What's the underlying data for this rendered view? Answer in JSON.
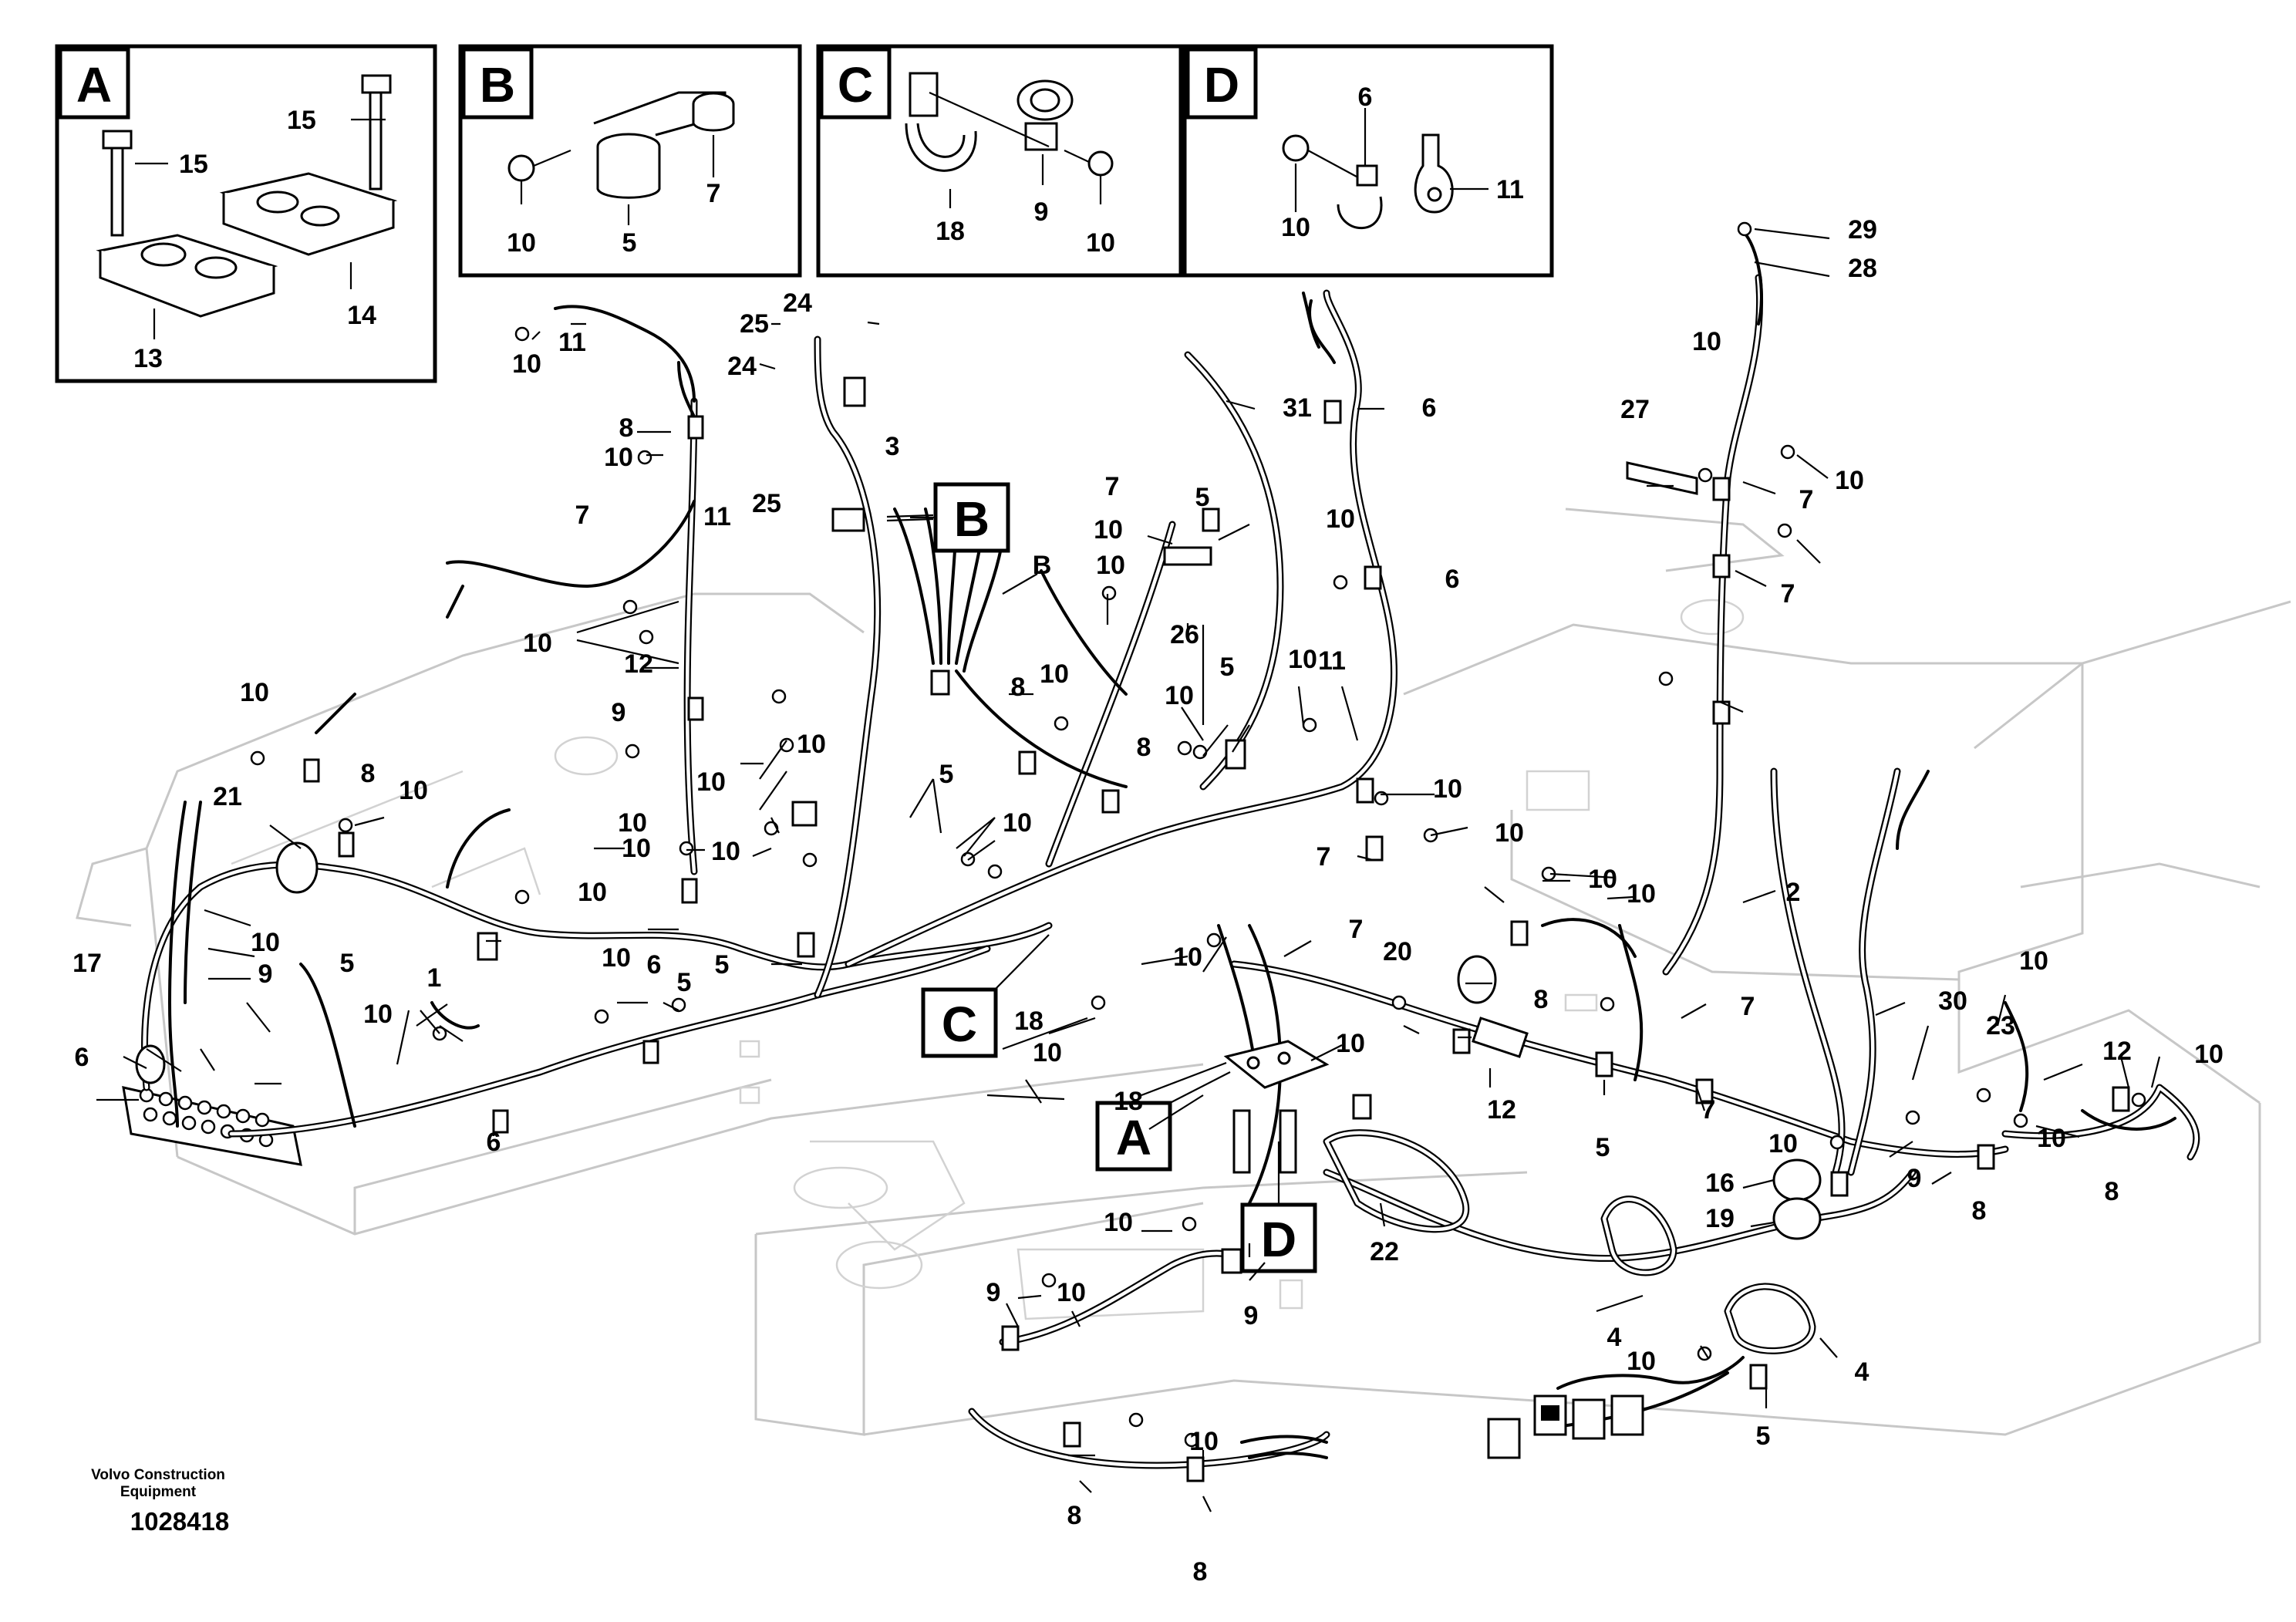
{
  "diagram": {
    "insets": [
      {
        "letter": "A",
        "callouts": [
          "15",
          "15",
          "13",
          "14"
        ]
      },
      {
        "letter": "B",
        "callouts": [
          "10",
          "5",
          "7"
        ]
      },
      {
        "letter": "C",
        "callouts": [
          "18",
          "9",
          "10"
        ]
      },
      {
        "letter": "D",
        "callouts": [
          "6",
          "10",
          "11"
        ]
      }
    ],
    "view_tags": [
      "B",
      "C",
      "A",
      "D"
    ],
    "callouts": [
      "10",
      "11",
      "25",
      "24",
      "24",
      "25",
      "3",
      "31",
      "6",
      "29",
      "28",
      "8",
      "10",
      "7",
      "5",
      "10",
      "B",
      "12",
      "10",
      "6",
      "27",
      "10",
      "7",
      "10",
      "7",
      "11",
      "10",
      "10",
      "26",
      "10",
      "7",
      "12",
      "9",
      "8",
      "10",
      "10",
      "5",
      "10",
      "11",
      "10",
      "8",
      "10",
      "8",
      "5",
      "10",
      "10",
      "10",
      "10",
      "10",
      "7",
      "21",
      "10",
      "10",
      "10",
      "5",
      "10",
      "10",
      "6",
      "10",
      "2",
      "10",
      "10",
      "5",
      "10",
      "17",
      "9",
      "5",
      "5",
      "10",
      "6",
      "7",
      "20",
      "8",
      "10",
      "1",
      "10",
      "6",
      "5",
      "C",
      "18",
      "10",
      "18",
      "A",
      "10",
      "12",
      "7",
      "30",
      "23",
      "10",
      "12",
      "10",
      "6",
      "6",
      "8",
      "7",
      "5",
      "10",
      "10",
      "8",
      "16",
      "19",
      "9",
      "8",
      "D",
      "22",
      "10",
      "10",
      "9",
      "9",
      "4",
      "10",
      "4",
      "10",
      "5",
      "8",
      "8"
    ],
    "footer": {
      "line1": "Volvo Construction",
      "line2": "Equipment",
      "doc_number": "1028418"
    }
  }
}
